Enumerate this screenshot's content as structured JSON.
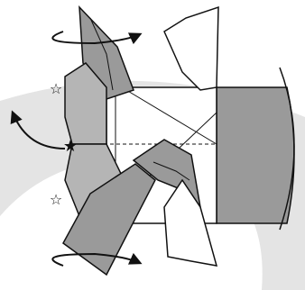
{
  "diagram": {
    "colors": {
      "paper_front": "#ffffff",
      "paper_back": "#9a9a9a",
      "paper_mid": "#b5b5b5",
      "outline": "#111111",
      "background_band": "#e4e4e4"
    },
    "markers": {
      "hollow_star_glyph": "☆",
      "solid_star_glyph": "★"
    },
    "arrows": [
      {
        "kind": "curved-fold-arrow",
        "description_icon": "curved-arrow-icon"
      },
      {
        "kind": "curved-fold-arrow",
        "description_icon": "curved-arrow-icon"
      },
      {
        "kind": "curved-fold-arrow",
        "description_icon": "curved-arrow-icon"
      }
    ]
  }
}
